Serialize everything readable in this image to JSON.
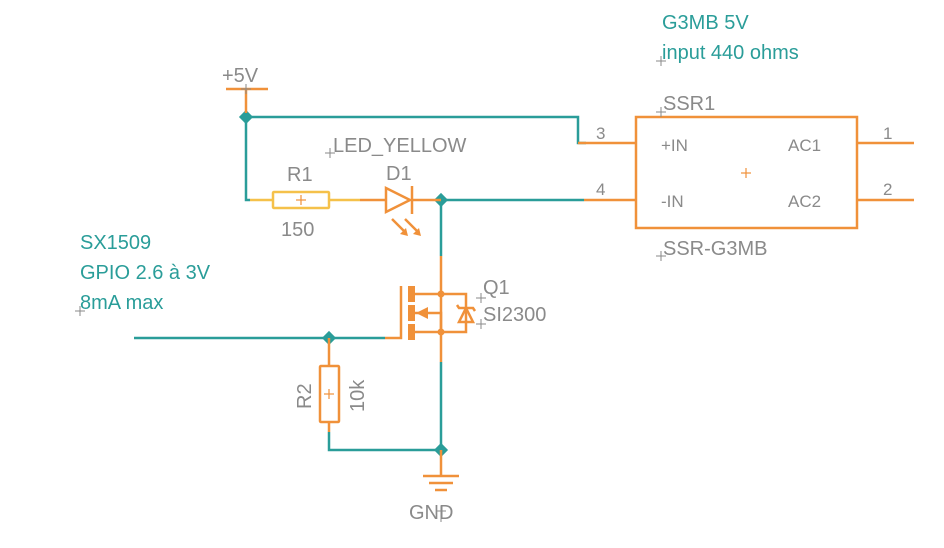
{
  "colors": {
    "wire": "#2a9d99",
    "symbol": "#f0913a",
    "resistor_r1": "#f5c14a",
    "label": "#8a8a8a",
    "note": "#2a9d99"
  },
  "notes": {
    "ssr_note_line1": "G3MB 5V",
    "ssr_note_line2": "input 440 ohms",
    "gpio_note_line1": "SX1509",
    "gpio_note_line2": "GPIO 2.6 à 3V",
    "gpio_note_line3": "8mA max"
  },
  "power": {
    "vcc_label": "+5V",
    "gnd_label": "GND"
  },
  "r1": {
    "name": "R1",
    "value": "150"
  },
  "d1": {
    "name": "D1",
    "value": "LED_YELLOW"
  },
  "q1": {
    "name": "Q1",
    "value": "SI2300"
  },
  "r2": {
    "name": "R2",
    "value": "10k"
  },
  "ssr": {
    "name": "SSR1",
    "value": "SSR-G3MB",
    "pin_in_plus": "+IN",
    "pin_in_minus": "-IN",
    "pin_ac1": "AC1",
    "pin_ac2": "AC2",
    "pin3": "3",
    "pin4": "4",
    "pin1": "1",
    "pin2": "2"
  }
}
